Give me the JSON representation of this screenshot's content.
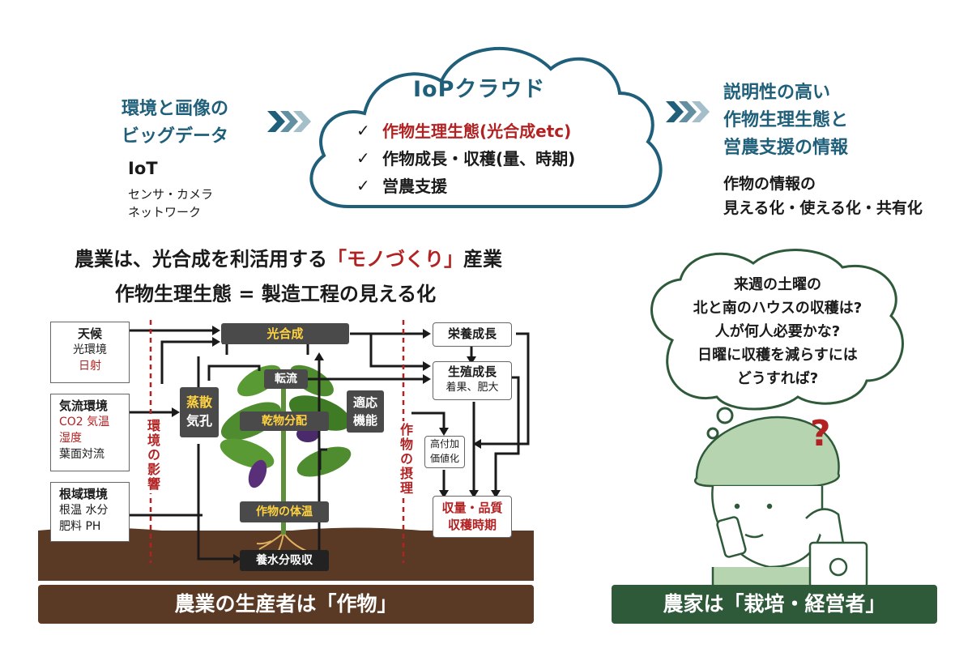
{
  "left_block": {
    "title_lines": [
      "環境と画像の",
      "ビッグデータ"
    ],
    "iot_label": "IoT",
    "iot_items": [
      "センサ・カメラ",
      "ネットワーク"
    ]
  },
  "cloud": {
    "title": "IoPクラウド",
    "items": [
      {
        "text": "作物生理生態(光合成etc)",
        "highlight": true
      },
      {
        "text": "作物成長・収穫(量、時期)",
        "highlight": false
      },
      {
        "text": "営農支援",
        "highlight": false
      }
    ]
  },
  "right_block": {
    "title_lines": [
      "説明性の高い",
      "作物生理生態と",
      "営農支援の情報"
    ],
    "sub_lines": [
      "作物の情報の",
      "見える化・使える化・共有化"
    ]
  },
  "heading": {
    "line1_pre": "農業は、光合成を利活用する",
    "line1_highlight": "「モノづくり」",
    "line1_post": "産業",
    "line2": "作物生理生態 = 製造工程の見える化"
  },
  "diagram": {
    "weather": {
      "title": "天候",
      "lines": [
        "光環境"
      ],
      "red_lines": [
        "日射"
      ]
    },
    "airflow": {
      "title": "気流環境",
      "red_lines": [
        "CO2 気温",
        "湿度"
      ],
      "lines": [
        "葉面対流"
      ]
    },
    "root_env": {
      "title": "根域環境",
      "lines": [
        "根温 水分",
        "肥料  PH"
      ]
    },
    "photosynthesis": "光合成",
    "transpiration": [
      "蒸散",
      "気孔"
    ],
    "translocation": "転流",
    "dry_matter": "乾物分配",
    "adaptation": [
      "適応",
      "機能"
    ],
    "crop_temp": "作物の体温",
    "nutrient_uptake": "養水分吸収",
    "env_influence": "環境の影響",
    "crop_logic": "作物の摂理",
    "vegetative": "栄養成長",
    "reproductive": "生殖成長",
    "reproductive_sub": "着果、肥大",
    "high_value": [
      "高付加",
      "価値化"
    ],
    "yield_quality": [
      "収量・品質",
      "収穫時期"
    ]
  },
  "bottom": {
    "left": "農業の生産者は「作物」",
    "right": "農家は「栽培・経営者」"
  },
  "thought_bubble": {
    "lines": [
      "来週の土曜の",
      "北と南のハウスの収穫は?",
      "人が何人必要かな?",
      "日曜に収穫を減らすには",
      "どうすれば?"
    ],
    "question_mark": "?"
  },
  "colors": {
    "teal": "#1f5f7a",
    "red": "#b22222",
    "soil": "#5a3a24",
    "farmer_green": "#2e5a3a"
  }
}
